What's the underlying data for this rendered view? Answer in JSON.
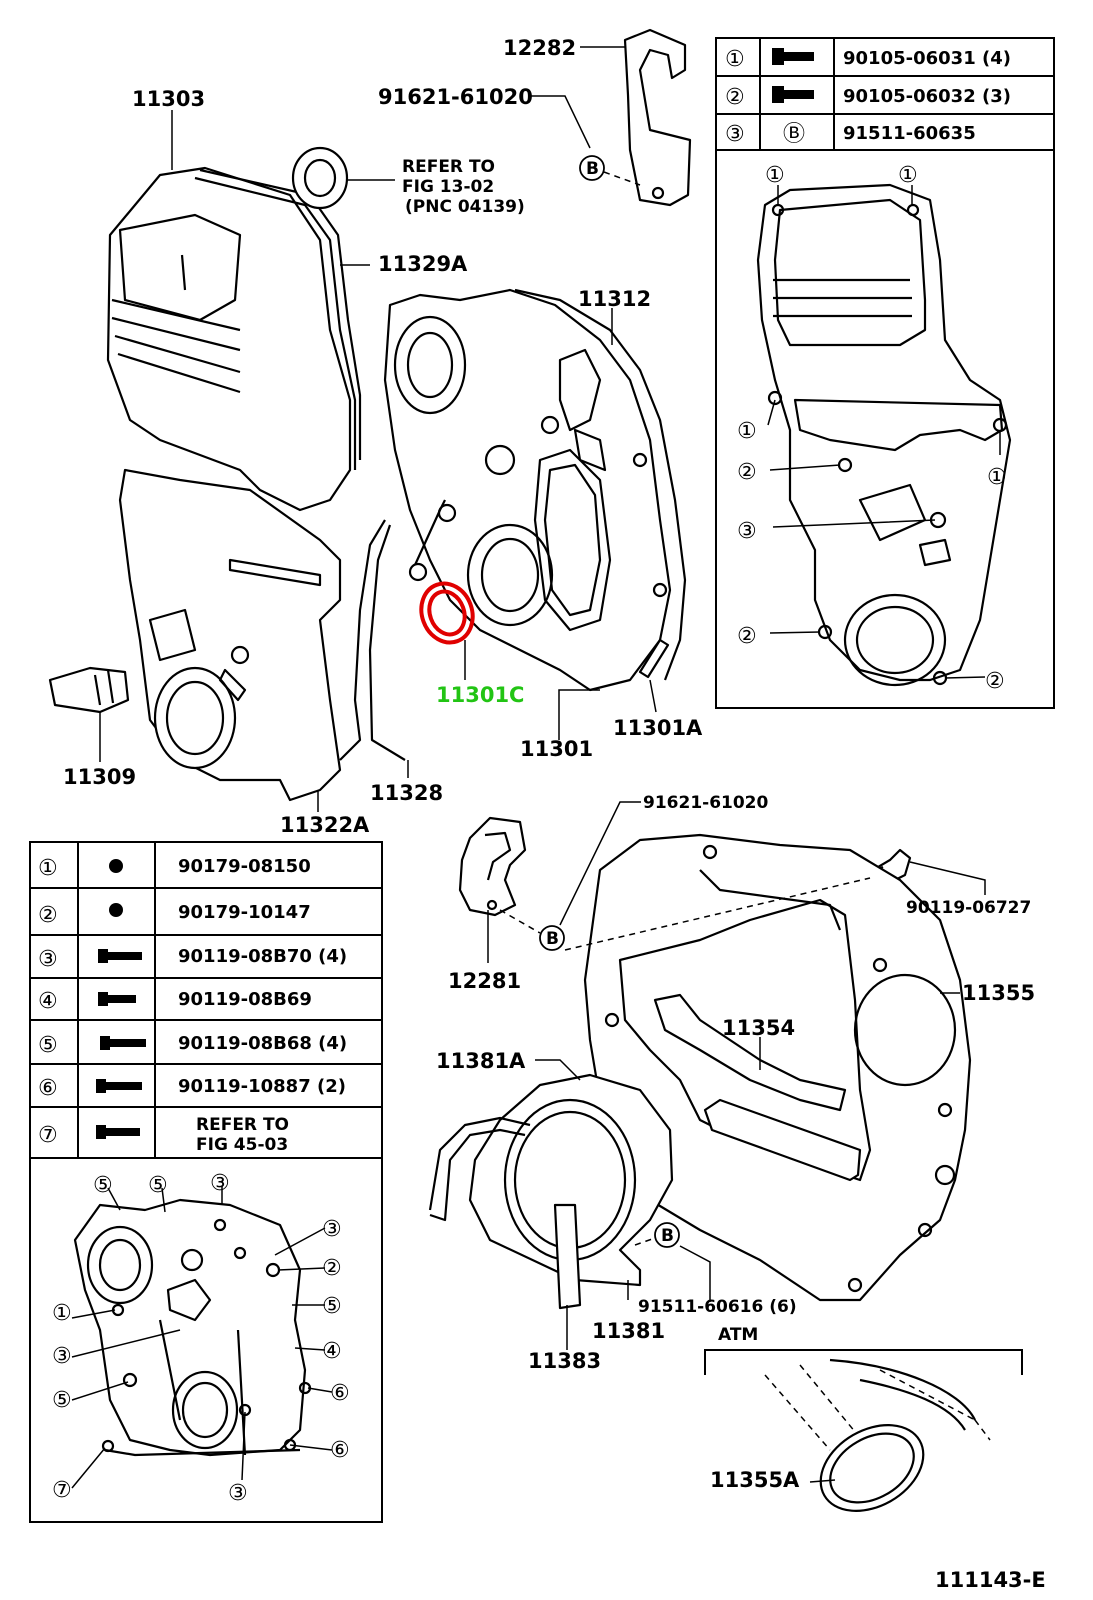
{
  "diagram_id": "111143-E",
  "highlight_color": "#e00000",
  "highlight_label_color": "#22c414",
  "callouts": {
    "p11303": "11303",
    "p12282": "12282",
    "p91621_top": "91621-61020",
    "refer1": "REFER TO",
    "refer2": "FIG 13-02",
    "refer3": "(PNC 04139)",
    "p11329A": "11329A",
    "p11312": "11312",
    "p11301C": "11301C",
    "p11301A": "11301A",
    "p11301": "11301",
    "p11309": "11309",
    "p11328": "11328",
    "p11322A": "11322A",
    "p91621_mid": "91621-61020",
    "p90119_06727": "90119-06727",
    "p12281": "12281",
    "p11355": "11355",
    "p11354": "11354",
    "p11381A": "11381A",
    "p91511_60616": "91511-60616 (6)",
    "p11381": "11381",
    "p11383": "11383",
    "atm": "ATM",
    "p11355A": "11355A",
    "b": "B"
  },
  "table_top": [
    {
      "num": "①",
      "part": "90105-06031 (4)"
    },
    {
      "num": "②",
      "part": "90105-06032 (3)"
    },
    {
      "num": "③",
      "icon": "Ⓑ",
      "part": "91511-60635"
    }
  ],
  "table_left": [
    {
      "num": "①",
      "part": "90179-08150"
    },
    {
      "num": "②",
      "part": "90179-10147"
    },
    {
      "num": "③",
      "part": "90119-08B70 (4)"
    },
    {
      "num": "④",
      "part": "90119-08B69"
    },
    {
      "num": "⑤",
      "part": "90119-08B68 (4)"
    },
    {
      "num": "⑥",
      "part": "90119-10887 (2)"
    },
    {
      "num": "⑦",
      "part": "REFER TO",
      "part2": "FIG 45-03"
    }
  ],
  "inset_top_marks": {
    "m1": "①",
    "m2": "②",
    "m3": "③"
  },
  "inset_left_marks": {
    "m1": "①",
    "m2": "②",
    "m3": "③",
    "m4": "④",
    "m5": "⑤",
    "m6": "⑥",
    "m7": "⑦"
  }
}
